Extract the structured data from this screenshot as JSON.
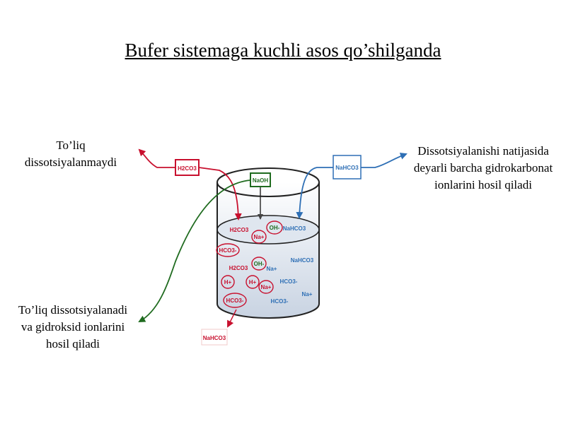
{
  "title": "Bufer sistemaga kuchli asos qo’shilganda",
  "captions": {
    "left_top": "To’liq dissotsiyalanmaydi",
    "left_bottom": "To’liq dissotsiyalanadi va gidroksid ionlarini hosil qiladi",
    "right": "Dissotsiyalanishi natijasida deyarli barcha gidrokarbonat ionlarini hosil qiladi"
  },
  "boxes": {
    "h2co3": "H2CO3",
    "naoh": "NaOH",
    "nahco3_top": "NaHCO3",
    "nahco3_bottom": "NaHCO3"
  },
  "beaker_labels": {
    "h2co3_a": "H2CO3",
    "na_a": "Na+",
    "oh_a": "OH-",
    "nahco3_a": "NaHCO3",
    "hco3_a": "HCO3-",
    "h2co3_b": "H2CO3",
    "oh_b": "OH-",
    "na_b": "Na+",
    "nahco3_b": "NaHCO3",
    "h_a": "H+",
    "h_b": "H+",
    "na_c": "Na+",
    "hco3_b": "HCO3-",
    "hco3_c": "HCO3-",
    "na_d": "Na+",
    "hco3_d": "HCO3-"
  },
  "colors": {
    "red": "#c8102e",
    "green": "#1f6b1f",
    "blue": "#2e6fb5",
    "water_top": "#ffffff",
    "water_bottom": "#c8d3e2"
  }
}
